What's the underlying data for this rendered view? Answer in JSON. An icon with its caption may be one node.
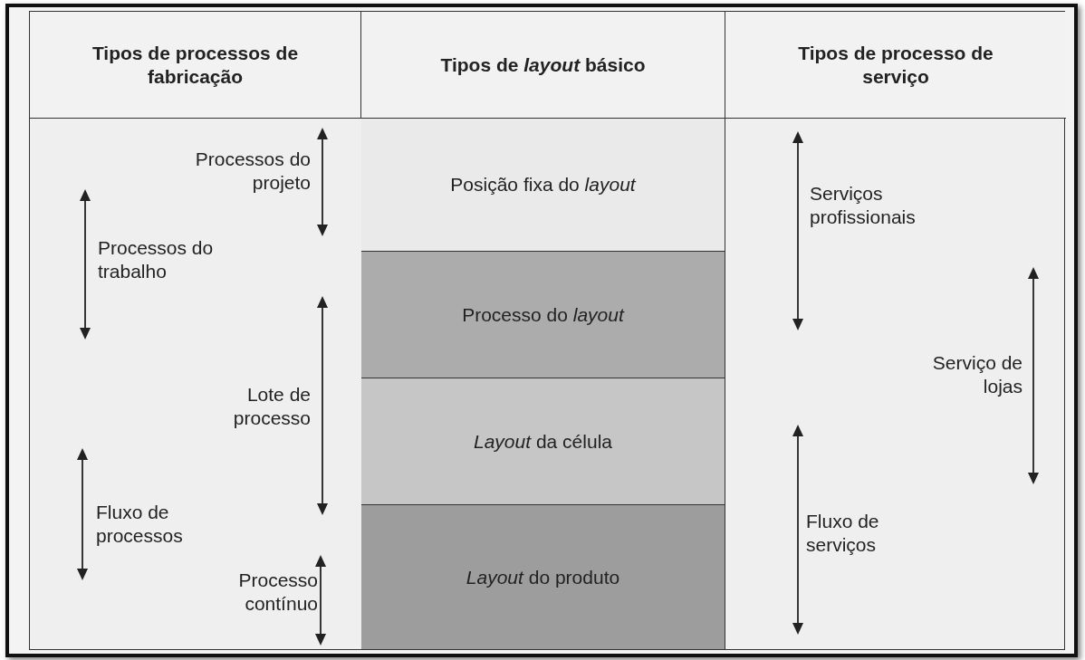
{
  "diagram": {
    "nodes": [
      {
        "text": [
          "Tipos de processos de fabricação"
        ]
      },
      {
        "text": [
          "Tipos de *layout* básico"
        ]
      },
      {
        "text": [
          "Tipos de processo de serviço"
        ]
      },
      {
        "text": [
          "Posição fixa do *layout*"
        ]
      },
      {
        "text": [
          "Processo do *layout*"
        ]
      },
      {
        "text": [
          "*Layout* da célula"
        ]
      },
      {
        "text": [
          "*Layout* do produto"
        ]
      }
    ],
    "labels": [
      "Processos do projeto",
      "Processos do trabalho",
      "Lote de processo",
      "Fluxo de processos",
      "Processo contínuo",
      "Serviços profissionais",
      "Serviço de lojas",
      "Fluxo de serviços"
    ]
  }
}
